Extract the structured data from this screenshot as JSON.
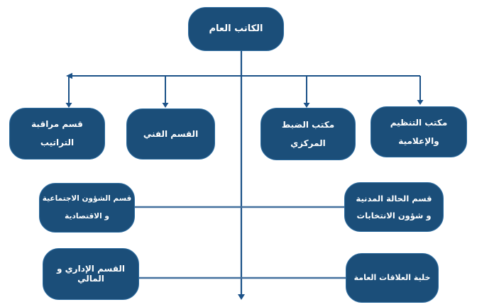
{
  "chart_title": "الكاتب العام",
  "colors": {
    "node_fill": "#1B4E79",
    "node_border": "#2E6DA0",
    "node_text": "#FFFFFF",
    "tree_line": "#1C5288",
    "row_connector_line": "#44719E",
    "background": "#FFFFFF"
  },
  "nodes": {
    "top": {
      "lines": [
        "الكاتب العام"
      ]
    },
    "regulations": {
      "lines": [
        "قسم مراقبة",
        "التراتيب"
      ]
    },
    "technical": {
      "lines": [
        "القسم الفني"
      ]
    },
    "central_registry": {
      "lines": [
        "مكتب الضبط",
        "المركزي"
      ]
    },
    "organization_media": {
      "lines": [
        "مكتب التنظيم",
        "والإعلامية"
      ]
    },
    "social_economic": {
      "lines": [
        "قسم الشؤون الاجتماعية",
        "و الاقتصادية"
      ]
    },
    "civil_status": {
      "lines": [
        "قسم الحالة المدنية",
        "و شؤون الانتخابات"
      ]
    },
    "admin_financial": {
      "lines": [
        "القسم الإداري و",
        "المالي"
      ]
    },
    "public_relations": {
      "lines": [
        "خلية العلاقات العامة"
      ]
    }
  },
  "structure": {
    "root": "top",
    "level1": [
      "regulations",
      "technical",
      "central_registry",
      "organization_media"
    ],
    "level2": [
      "social_economic",
      "civil_status"
    ],
    "level3": [
      "admin_financial",
      "public_relations"
    ]
  },
  "icons": {
    "arrowheads": [
      "down-arrow-icon",
      "left-arrow-icon"
    ]
  }
}
